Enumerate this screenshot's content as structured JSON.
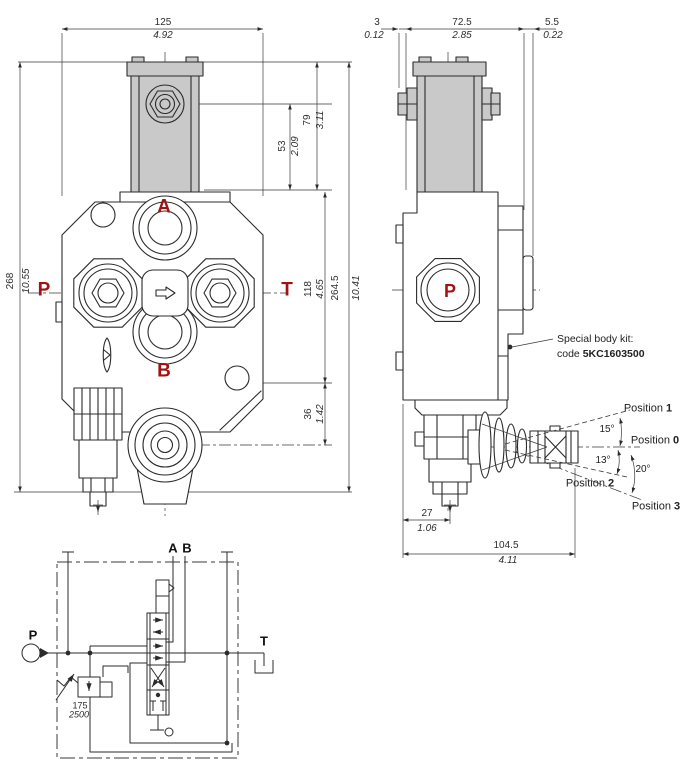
{
  "colors": {
    "accent": "#9e1414",
    "line": "#2b2b2b",
    "gray": "#c9c9c9"
  },
  "front_view": {
    "ports": {
      "a": "A",
      "b": "B",
      "p": "P",
      "t": "T"
    },
    "dim_width": {
      "mm": "125",
      "in": "4.92"
    },
    "dim_height": {
      "mm": "268",
      "in": "10.55"
    },
    "dim_solenoid": {
      "mm": "79",
      "in": "3.11"
    },
    "dim_nut": {
      "mm": "53",
      "in": "2.09"
    },
    "dim_body": {
      "mm": "118",
      "in": "4.65"
    },
    "dim_overall": {
      "mm": "264.5",
      "in": "10.41"
    },
    "dim_base": {
      "mm": "36",
      "in": "1.42"
    }
  },
  "side_view": {
    "port_p": "P",
    "dim_offset": {
      "mm": "3",
      "in": "0.12"
    },
    "dim_depth": {
      "mm": "72.5",
      "in": "2.85"
    },
    "dim_plate": {
      "mm": "5.5",
      "in": "0.22"
    },
    "dim_stem": {
      "mm": "27",
      "in": "1.06"
    },
    "dim_lever": {
      "mm": "104.5",
      "in": "4.11"
    },
    "note": {
      "line1": "Special body kit:",
      "code_prefix": "code ",
      "code": "5KC1603500"
    },
    "positions": [
      {
        "label": "Position ",
        "num": "1"
      },
      {
        "label": "Position ",
        "num": "0"
      },
      {
        "label": "Position ",
        "num": "2"
      },
      {
        "label": "Position ",
        "num": "3"
      }
    ],
    "angles": {
      "up": "15°",
      "down": "13°",
      "extra": "20°"
    }
  },
  "schematic": {
    "port_a": "A",
    "port_b": "B",
    "port_p": "P",
    "port_t": "T",
    "relief": {
      "bar": "175",
      "psi": "2500"
    }
  }
}
